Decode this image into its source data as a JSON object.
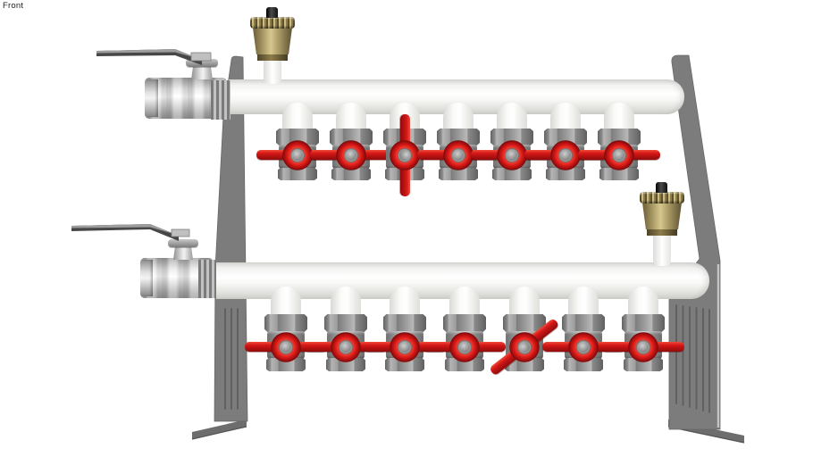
{
  "viewport": {
    "view_label": "Front"
  },
  "colors": {
    "bg": "#ffffff",
    "pipe-white": "#f6f6f4",
    "bracket-gray": "#7c7c7c",
    "bracket-dark": "#6b6b6b",
    "slot-gray": "#5e5e5e",
    "valve-gray": "#8f8f8f",
    "handle-red": "#d41717",
    "handle-red-dark": "#8f0c0c",
    "brass": "#b0a06a",
    "brass-dark": "#6e6039",
    "chrome": "#d9d9d9",
    "lever-dark": "#474747",
    "cap-black": "#1c1c1c"
  },
  "model": {
    "manifolds": [
      {
        "id": "top",
        "loop_count": 7,
        "valve_x": [
          333,
          393,
          453,
          513,
          573,
          633,
          693
        ],
        "valve_angles_deg": [
          0,
          0,
          90,
          0,
          0,
          0,
          0
        ]
      },
      {
        "id": "bottom",
        "loop_count": 7,
        "valve_x": [
          320,
          387,
          453,
          520,
          587,
          653,
          720
        ],
        "valve_angles_deg": [
          0,
          0,
          0,
          0,
          -38,
          0,
          0
        ]
      }
    ]
  }
}
